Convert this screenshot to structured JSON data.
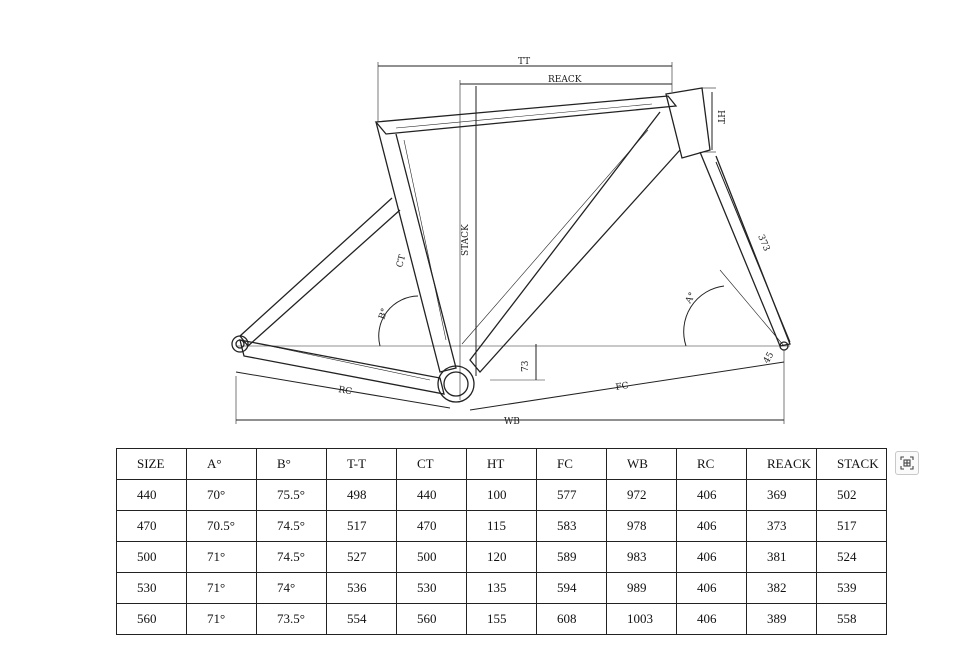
{
  "diagram_labels": {
    "tt": "TT",
    "reach": "REACK",
    "ht": "HT",
    "stack": "STACK",
    "ct": "CT",
    "fork": "373",
    "b_angle": "B°",
    "a_angle": "A°",
    "rc": "RC",
    "fc": "FC",
    "wb": "WB",
    "bb_drop": "73",
    "fork_offset": "45"
  },
  "table": {
    "headers": [
      "SIZE",
      "A°",
      "B°",
      "T-T",
      "CT",
      "HT",
      "FC",
      "WB",
      "RC",
      "REACK",
      "STACK"
    ],
    "rows": [
      [
        "440",
        "70°",
        "75.5°",
        "498",
        "440",
        "100",
        "577",
        "972",
        "406",
        "369",
        "502"
      ],
      [
        "470",
        "70.5°",
        "74.5°",
        "517",
        "470",
        "115",
        "583",
        "978",
        "406",
        "373",
        "517"
      ],
      [
        "500",
        "71°",
        "74.5°",
        "527",
        "500",
        "120",
        "589",
        "983",
        "406",
        "381",
        "524"
      ],
      [
        "530",
        "71°",
        "74°",
        "536",
        "530",
        "135",
        "594",
        "989",
        "406",
        "382",
        "539"
      ],
      [
        "560",
        "71°",
        "73.5°",
        "554",
        "560",
        "155",
        "608",
        "1003",
        "406",
        "389",
        "558"
      ]
    ]
  },
  "icons": {
    "qr": "qr-scan-icon"
  }
}
